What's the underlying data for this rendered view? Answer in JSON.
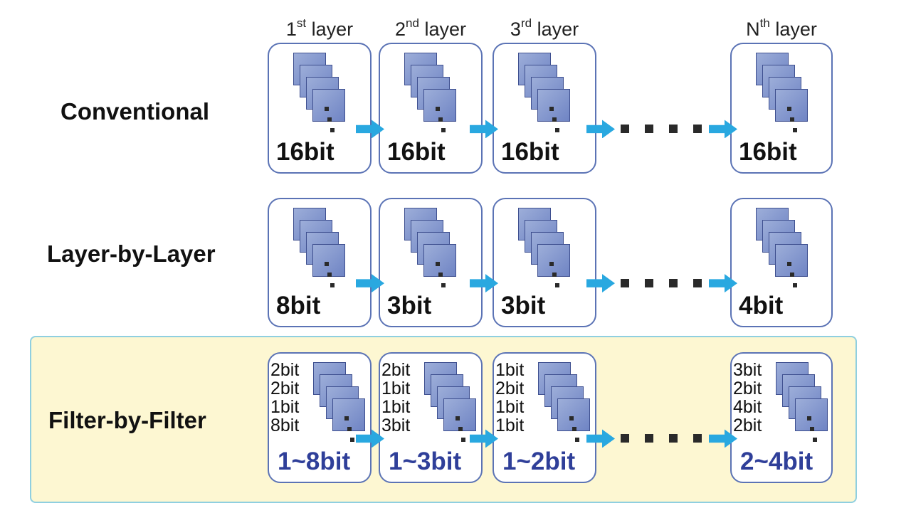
{
  "column_headers": [
    {
      "main": "1",
      "sup": "st",
      "rest": " layer"
    },
    {
      "main": "2",
      "sup": "nd",
      "rest": " layer"
    },
    {
      "main": "3",
      "sup": "rd",
      "rest": " layer"
    },
    {
      "main": "N",
      "sup": "th",
      "rest": " layer"
    }
  ],
  "rows": [
    {
      "label": "Conventional",
      "highlighted": false,
      "bits": [
        "16bit",
        "16bit",
        "16bit",
        "16bit"
      ]
    },
    {
      "label": "Layer-by-Layer",
      "highlighted": false,
      "bits": [
        "8bit",
        "3bit",
        "3bit",
        "4bit"
      ]
    },
    {
      "label": "Filter-by-Filter",
      "highlighted": true,
      "bits": [
        "1~8bit",
        "1~3bit",
        "1~2bit",
        "2~4bit"
      ],
      "filter_bits": [
        [
          "2bit",
          "2bit",
          "1bit",
          "8bit"
        ],
        [
          "2bit",
          "1bit",
          "1bit",
          "3bit"
        ],
        [
          "1bit",
          "2bit",
          "1bit",
          "1bit"
        ],
        [
          "3bit",
          "2bit",
          "4bit",
          "2bit"
        ]
      ]
    }
  ],
  "colors": {
    "box_border": "#5b73b5",
    "filter_fill": "#8a9bd0",
    "arrow": "#29a8e0",
    "highlight_bg": "#fdf7d2",
    "highlight_border": "#8fcfe0",
    "range_text": "#2f3f99"
  }
}
